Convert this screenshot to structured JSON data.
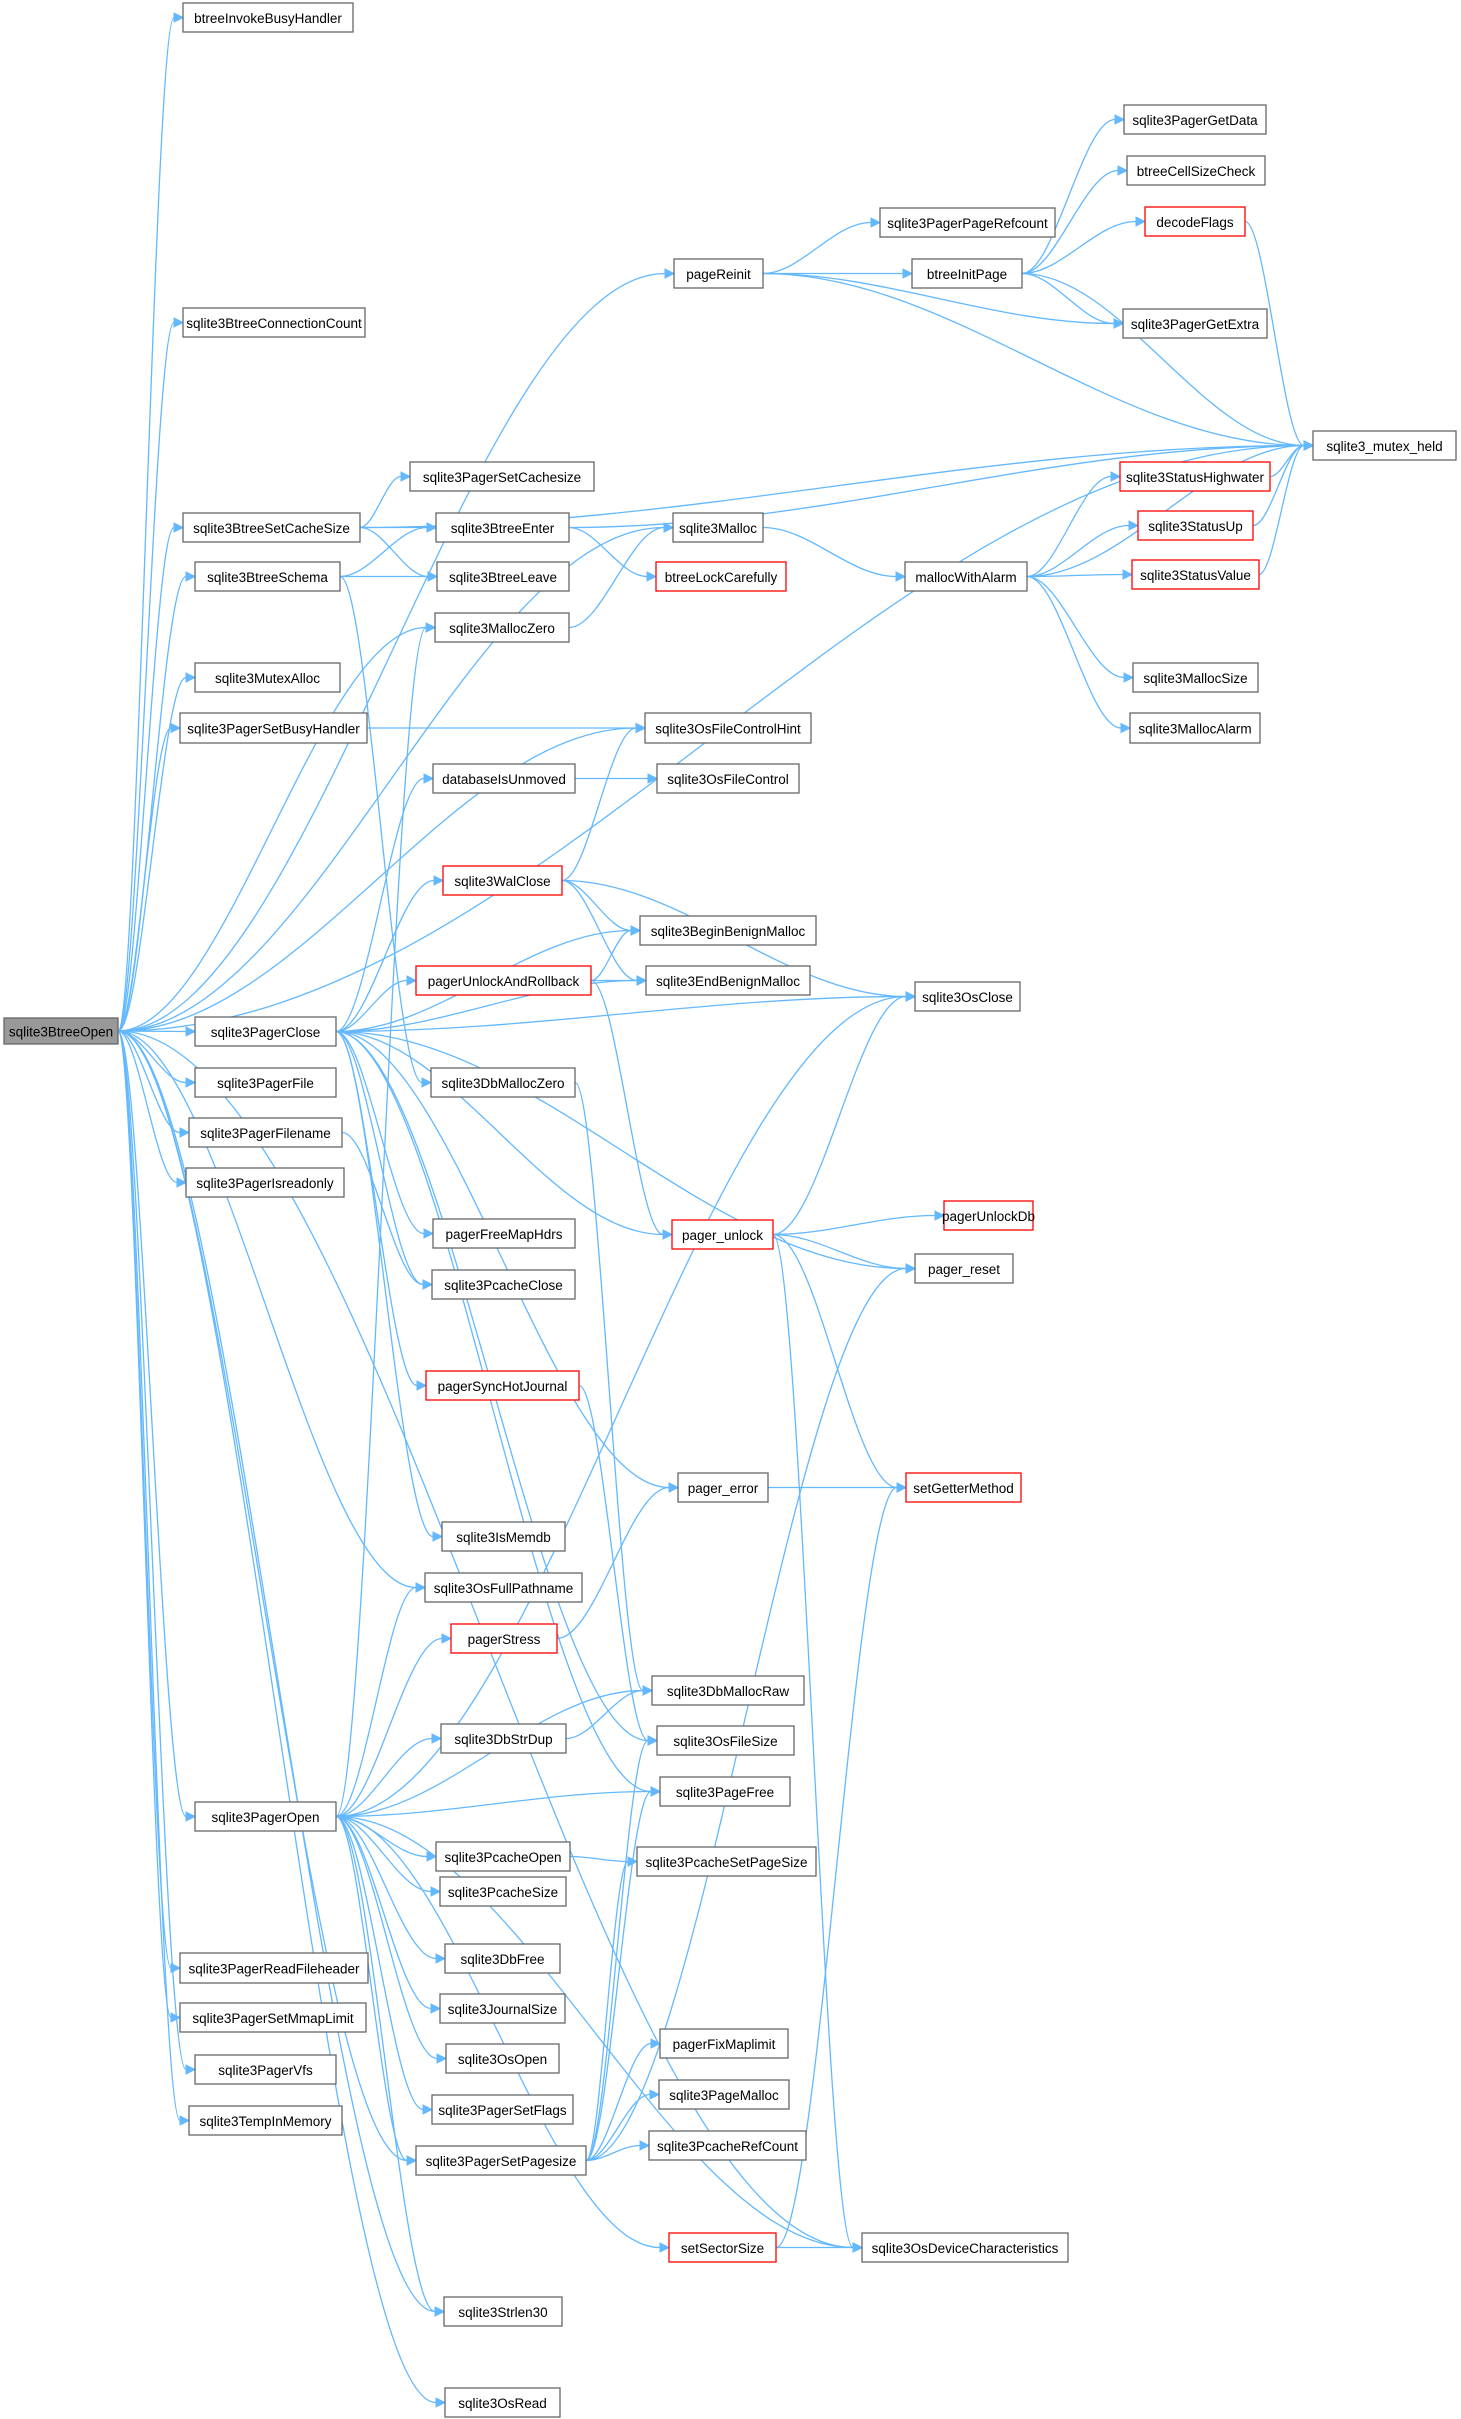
{
  "diagram": {
    "colors": {
      "edge": "#63b8ff",
      "node_border": "#666666",
      "node_highlight_border": "#ff0000",
      "root_fill": "#999999",
      "node_fill": "#ffffff"
    },
    "nodes": [
      {
        "id": "sqlite3BtreeOpen",
        "label": "sqlite3BtreeOpen",
        "style": "root"
      },
      {
        "id": "btreeInvokeBusyHandler",
        "label": "btreeInvokeBusyHandler"
      },
      {
        "id": "sqlite3BtreeConnectionCount",
        "label": "sqlite3BtreeConnectionCount"
      },
      {
        "id": "sqlite3BtreeSetCacheSize",
        "label": "sqlite3BtreeSetCacheSize"
      },
      {
        "id": "sqlite3BtreeSchema",
        "label": "sqlite3BtreeSchema"
      },
      {
        "id": "sqlite3MutexAlloc",
        "label": "sqlite3MutexAlloc"
      },
      {
        "id": "sqlite3PagerSetBusyHandler",
        "label": "sqlite3PagerSetBusyHandler"
      },
      {
        "id": "sqlite3PagerClose",
        "label": "sqlite3PagerClose"
      },
      {
        "id": "sqlite3PagerFile",
        "label": "sqlite3PagerFile"
      },
      {
        "id": "sqlite3PagerFilename",
        "label": "sqlite3PagerFilename"
      },
      {
        "id": "sqlite3PagerIsreadonly",
        "label": "sqlite3PagerIsreadonly"
      },
      {
        "id": "sqlite3PagerOpen",
        "label": "sqlite3PagerOpen"
      },
      {
        "id": "sqlite3PagerReadFileheader",
        "label": "sqlite3PagerReadFileheader"
      },
      {
        "id": "sqlite3PagerSetMmapLimit",
        "label": "sqlite3PagerSetMmapLimit"
      },
      {
        "id": "sqlite3PagerVfs",
        "label": "sqlite3PagerVfs"
      },
      {
        "id": "sqlite3TempInMemory",
        "label": "sqlite3TempInMemory"
      },
      {
        "id": "sqlite3PagerSetCachesize",
        "label": "sqlite3PagerSetCachesize"
      },
      {
        "id": "sqlite3BtreeEnter",
        "label": "sqlite3BtreeEnter"
      },
      {
        "id": "sqlite3BtreeLeave",
        "label": "sqlite3BtreeLeave"
      },
      {
        "id": "sqlite3MallocZero",
        "label": "sqlite3MallocZero"
      },
      {
        "id": "databaseIsUnmoved",
        "label": "databaseIsUnmoved"
      },
      {
        "id": "sqlite3WalClose",
        "label": "sqlite3WalClose",
        "style": "red"
      },
      {
        "id": "pagerUnlockAndRollback",
        "label": "pagerUnlockAndRollback",
        "style": "red"
      },
      {
        "id": "sqlite3DbMallocZero",
        "label": "sqlite3DbMallocZero"
      },
      {
        "id": "pagerFreeMapHdrs",
        "label": "pagerFreeMapHdrs"
      },
      {
        "id": "sqlite3PcacheClose",
        "label": "sqlite3PcacheClose"
      },
      {
        "id": "pagerSyncHotJournal",
        "label": "pagerSyncHotJournal",
        "style": "red"
      },
      {
        "id": "sqlite3IsMemdb",
        "label": "sqlite3IsMemdb"
      },
      {
        "id": "sqlite3OsFullPathname",
        "label": "sqlite3OsFullPathname"
      },
      {
        "id": "pagerStress",
        "label": "pagerStress",
        "style": "red"
      },
      {
        "id": "sqlite3DbStrDup",
        "label": "sqlite3DbStrDup"
      },
      {
        "id": "sqlite3PcacheOpen",
        "label": "sqlite3PcacheOpen"
      },
      {
        "id": "sqlite3PcacheSize",
        "label": "sqlite3PcacheSize"
      },
      {
        "id": "sqlite3DbFree",
        "label": "sqlite3DbFree"
      },
      {
        "id": "sqlite3JournalSize",
        "label": "sqlite3JournalSize"
      },
      {
        "id": "sqlite3OsOpen",
        "label": "sqlite3OsOpen"
      },
      {
        "id": "sqlite3PagerSetFlags",
        "label": "sqlite3PagerSetFlags"
      },
      {
        "id": "sqlite3PagerSetPagesize",
        "label": "sqlite3PagerSetPagesize"
      },
      {
        "id": "sqlite3Strlen30",
        "label": "sqlite3Strlen30"
      },
      {
        "id": "sqlite3OsRead",
        "label": "sqlite3OsRead"
      },
      {
        "id": "pageReinit",
        "label": "pageReinit"
      },
      {
        "id": "sqlite3Malloc",
        "label": "sqlite3Malloc"
      },
      {
        "id": "btreeLockCarefully",
        "label": "btreeLockCarefully",
        "style": "red"
      },
      {
        "id": "sqlite3OsFileControlHint",
        "label": "sqlite3OsFileControlHint"
      },
      {
        "id": "sqlite3OsFileControl",
        "label": "sqlite3OsFileControl"
      },
      {
        "id": "sqlite3BeginBenignMalloc",
        "label": "sqlite3BeginBenignMalloc"
      },
      {
        "id": "sqlite3EndBenignMalloc",
        "label": "sqlite3EndBenignMalloc"
      },
      {
        "id": "pager_unlock",
        "label": "pager_unlock",
        "style": "red"
      },
      {
        "id": "pager_error",
        "label": "pager_error"
      },
      {
        "id": "sqlite3DbMallocRaw",
        "label": "sqlite3DbMallocRaw"
      },
      {
        "id": "sqlite3OsFileSize",
        "label": "sqlite3OsFileSize"
      },
      {
        "id": "sqlite3PageFree",
        "label": "sqlite3PageFree"
      },
      {
        "id": "sqlite3PcacheSetPageSize",
        "label": "sqlite3PcacheSetPageSize"
      },
      {
        "id": "pagerFixMaplimit",
        "label": "pagerFixMaplimit"
      },
      {
        "id": "sqlite3PageMalloc",
        "label": "sqlite3PageMalloc"
      },
      {
        "id": "sqlite3PcacheRefCount",
        "label": "sqlite3PcacheRefCount"
      },
      {
        "id": "setSectorSize",
        "label": "setSectorSize",
        "style": "red"
      },
      {
        "id": "sqlite3PagerPageRefcount",
        "label": "sqlite3PagerPageRefcount"
      },
      {
        "id": "btreeInitPage",
        "label": "btreeInitPage"
      },
      {
        "id": "mallocWithAlarm",
        "label": "mallocWithAlarm"
      },
      {
        "id": "sqlite3OsClose",
        "label": "sqlite3OsClose"
      },
      {
        "id": "pagerUnlockDb",
        "label": "pagerUnlockDb",
        "style": "red"
      },
      {
        "id": "pager_reset",
        "label": "pager_reset"
      },
      {
        "id": "setGetterMethod",
        "label": "setGetterMethod",
        "style": "red"
      },
      {
        "id": "sqlite3OsDeviceCharacteristics",
        "label": "sqlite3OsDeviceCharacteristics"
      },
      {
        "id": "sqlite3PagerGetData",
        "label": "sqlite3PagerGetData"
      },
      {
        "id": "btreeCellSizeCheck",
        "label": "btreeCellSizeCheck"
      },
      {
        "id": "decodeFlags",
        "label": "decodeFlags",
        "style": "red"
      },
      {
        "id": "sqlite3PagerGetExtra",
        "label": "sqlite3PagerGetExtra"
      },
      {
        "id": "sqlite3StatusHighwater",
        "label": "sqlite3StatusHighwater",
        "style": "red"
      },
      {
        "id": "sqlite3StatusUp",
        "label": "sqlite3StatusUp",
        "style": "red"
      },
      {
        "id": "sqlite3StatusValue",
        "label": "sqlite3StatusValue",
        "style": "red"
      },
      {
        "id": "sqlite3MallocSize",
        "label": "sqlite3MallocSize"
      },
      {
        "id": "sqlite3MallocAlarm",
        "label": "sqlite3MallocAlarm"
      },
      {
        "id": "sqlite3_mutex_held",
        "label": "sqlite3_mutex_held"
      }
    ],
    "edges": [
      [
        "sqlite3BtreeOpen",
        "btreeInvokeBusyHandler"
      ],
      [
        "sqlite3BtreeOpen",
        "sqlite3_mutex_held"
      ],
      [
        "sqlite3BtreeOpen",
        "pageReinit"
      ],
      [
        "sqlite3BtreeOpen",
        "sqlite3BtreeConnectionCount"
      ],
      [
        "sqlite3BtreeOpen",
        "sqlite3Malloc"
      ],
      [
        "sqlite3BtreeOpen",
        "sqlite3BtreeSetCacheSize"
      ],
      [
        "sqlite3BtreeOpen",
        "sqlite3BtreeSchema"
      ],
      [
        "sqlite3BtreeOpen",
        "sqlite3MallocZero"
      ],
      [
        "sqlite3BtreeOpen",
        "sqlite3MutexAlloc"
      ],
      [
        "sqlite3BtreeOpen",
        "sqlite3PagerSetBusyHandler"
      ],
      [
        "sqlite3BtreeOpen",
        "sqlite3OsFileControlHint"
      ],
      [
        "sqlite3BtreeOpen",
        "sqlite3PagerClose"
      ],
      [
        "sqlite3BtreeOpen",
        "sqlite3PagerFile"
      ],
      [
        "sqlite3BtreeOpen",
        "sqlite3PagerFilename"
      ],
      [
        "sqlite3BtreeOpen",
        "sqlite3PagerIsreadonly"
      ],
      [
        "sqlite3BtreeOpen",
        "sqlite3OsFullPathname"
      ],
      [
        "sqlite3BtreeOpen",
        "sqlite3PagerOpen"
      ],
      [
        "sqlite3BtreeOpen",
        "sqlite3PagerReadFileheader"
      ],
      [
        "sqlite3BtreeOpen",
        "sqlite3PagerSetMmapLimit"
      ],
      [
        "sqlite3BtreeOpen",
        "sqlite3PagerVfs"
      ],
      [
        "sqlite3BtreeOpen",
        "sqlite3TempInMemory"
      ],
      [
        "sqlite3BtreeOpen",
        "sqlite3PagerSetPagesize"
      ],
      [
        "sqlite3BtreeOpen",
        "sqlite3Strlen30"
      ],
      [
        "sqlite3BtreeOpen",
        "sqlite3OsRead"
      ],
      [
        "sqlite3BtreeOpen",
        "sqlite3OsDeviceCharacteristics"
      ],
      [
        "pageReinit",
        "sqlite3PagerPageRefcount"
      ],
      [
        "pageReinit",
        "btreeInitPage"
      ],
      [
        "pageReinit",
        "sqlite3PagerGetExtra"
      ],
      [
        "pageReinit",
        "sqlite3_mutex_held"
      ],
      [
        "btreeInitPage",
        "sqlite3PagerGetData"
      ],
      [
        "btreeInitPage",
        "btreeCellSizeCheck"
      ],
      [
        "btreeInitPage",
        "decodeFlags"
      ],
      [
        "btreeInitPage",
        "sqlite3PagerGetExtra"
      ],
      [
        "btreeInitPage",
        "sqlite3_mutex_held"
      ],
      [
        "decodeFlags",
        "sqlite3_mutex_held"
      ],
      [
        "sqlite3BtreeSetCacheSize",
        "sqlite3PagerSetCachesize"
      ],
      [
        "sqlite3BtreeSetCacheSize",
        "sqlite3BtreeEnter"
      ],
      [
        "sqlite3BtreeSetCacheSize",
        "sqlite3BtreeLeave"
      ],
      [
        "sqlite3BtreeSetCacheSize",
        "sqlite3_mutex_held"
      ],
      [
        "sqlite3BtreeSchema",
        "sqlite3BtreeEnter"
      ],
      [
        "sqlite3BtreeSchema",
        "sqlite3BtreeLeave"
      ],
      [
        "sqlite3BtreeSchema",
        "sqlite3DbMallocZero"
      ],
      [
        "sqlite3BtreeEnter",
        "btreeLockCarefully"
      ],
      [
        "sqlite3BtreeEnter",
        "sqlite3_mutex_held"
      ],
      [
        "sqlite3MallocZero",
        "sqlite3Malloc"
      ],
      [
        "sqlite3Malloc",
        "mallocWithAlarm"
      ],
      [
        "mallocWithAlarm",
        "sqlite3StatusHighwater"
      ],
      [
        "mallocWithAlarm",
        "sqlite3StatusUp"
      ],
      [
        "mallocWithAlarm",
        "sqlite3StatusValue"
      ],
      [
        "mallocWithAlarm",
        "sqlite3_mutex_held"
      ],
      [
        "mallocWithAlarm",
        "sqlite3MallocSize"
      ],
      [
        "mallocWithAlarm",
        "sqlite3MallocAlarm"
      ],
      [
        "sqlite3StatusHighwater",
        "sqlite3_mutex_held"
      ],
      [
        "sqlite3StatusUp",
        "sqlite3_mutex_held"
      ],
      [
        "sqlite3StatusValue",
        "sqlite3_mutex_held"
      ],
      [
        "sqlite3PagerSetBusyHandler",
        "sqlite3OsFileControlHint"
      ],
      [
        "databaseIsUnmoved",
        "sqlite3OsFileControl"
      ],
      [
        "sqlite3PagerClose",
        "databaseIsUnmoved"
      ],
      [
        "sqlite3PagerClose",
        "sqlite3WalClose"
      ],
      [
        "sqlite3PagerClose",
        "sqlite3BeginBenignMalloc"
      ],
      [
        "sqlite3PagerClose",
        "pagerUnlockAndRollback"
      ],
      [
        "sqlite3PagerClose",
        "sqlite3EndBenignMalloc"
      ],
      [
        "sqlite3PagerClose",
        "sqlite3OsClose"
      ],
      [
        "sqlite3PagerClose",
        "pagerFreeMapHdrs"
      ],
      [
        "sqlite3PagerClose",
        "pager_unlock"
      ],
      [
        "sqlite3PagerClose",
        "pager_reset"
      ],
      [
        "sqlite3PagerClose",
        "sqlite3PcacheClose"
      ],
      [
        "sqlite3PagerClose",
        "pagerSyncHotJournal"
      ],
      [
        "sqlite3PagerClose",
        "pager_error"
      ],
      [
        "sqlite3PagerClose",
        "sqlite3IsMemdb"
      ],
      [
        "sqlite3PagerClose",
        "sqlite3PageFree"
      ],
      [
        "sqlite3PagerClose",
        "sqlite3OsFileSize"
      ],
      [
        "sqlite3WalClose",
        "sqlite3OsFileControlHint"
      ],
      [
        "sqlite3WalClose",
        "sqlite3BeginBenignMalloc"
      ],
      [
        "sqlite3WalClose",
        "sqlite3EndBenignMalloc"
      ],
      [
        "sqlite3WalClose",
        "sqlite3OsClose"
      ],
      [
        "pagerUnlockAndRollback",
        "sqlite3BeginBenignMalloc"
      ],
      [
        "pagerUnlockAndRollback",
        "sqlite3EndBenignMalloc"
      ],
      [
        "pagerUnlockAndRollback",
        "pager_unlock"
      ],
      [
        "pager_unlock",
        "sqlite3OsClose"
      ],
      [
        "pager_unlock",
        "pagerUnlockDb"
      ],
      [
        "pager_unlock",
        "pager_reset"
      ],
      [
        "pager_unlock",
        "setGetterMethod"
      ],
      [
        "pager_unlock",
        "sqlite3OsDeviceCharacteristics"
      ],
      [
        "pager_error",
        "setGetterMethod"
      ],
      [
        "sqlite3PagerFilename",
        "sqlite3PcacheClose"
      ],
      [
        "sqlite3DbMallocZero",
        "sqlite3DbMallocRaw"
      ],
      [
        "pagerStress",
        "pager_error"
      ],
      [
        "pagerSyncHotJournal",
        "sqlite3OsFileSize"
      ],
      [
        "sqlite3DbStrDup",
        "sqlite3DbMallocRaw"
      ],
      [
        "sqlite3PcacheOpen",
        "sqlite3PcacheSetPageSize"
      ],
      [
        "sqlite3PagerOpen",
        "sqlite3MallocZero"
      ],
      [
        "sqlite3PagerOpen",
        "sqlite3OsClose"
      ],
      [
        "sqlite3PagerOpen",
        "sqlite3OsFullPathname"
      ],
      [
        "sqlite3PagerOpen",
        "pagerStress"
      ],
      [
        "sqlite3PagerOpen",
        "sqlite3DbMallocRaw"
      ],
      [
        "sqlite3PagerOpen",
        "sqlite3DbStrDup"
      ],
      [
        "sqlite3PagerOpen",
        "sqlite3PageFree"
      ],
      [
        "sqlite3PagerOpen",
        "sqlite3PcacheOpen"
      ],
      [
        "sqlite3PagerOpen",
        "sqlite3PcacheSize"
      ],
      [
        "sqlite3PagerOpen",
        "sqlite3DbFree"
      ],
      [
        "sqlite3PagerOpen",
        "sqlite3JournalSize"
      ],
      [
        "sqlite3PagerOpen",
        "sqlite3OsOpen"
      ],
      [
        "sqlite3PagerOpen",
        "sqlite3PagerSetFlags"
      ],
      [
        "sqlite3PagerOpen",
        "sqlite3PagerSetPagesize"
      ],
      [
        "sqlite3PagerOpen",
        "setSectorSize"
      ],
      [
        "sqlite3PagerOpen",
        "sqlite3Strlen30"
      ],
      [
        "sqlite3PagerOpen",
        "sqlite3OsDeviceCharacteristics"
      ],
      [
        "sqlite3PagerSetPagesize",
        "sqlite3OsFileSize"
      ],
      [
        "sqlite3PagerSetPagesize",
        "sqlite3PageFree"
      ],
      [
        "sqlite3PagerSetPagesize",
        "sqlite3PcacheSetPageSize"
      ],
      [
        "sqlite3PagerSetPagesize",
        "pagerFixMaplimit"
      ],
      [
        "sqlite3PagerSetPagesize",
        "sqlite3PageMalloc"
      ],
      [
        "sqlite3PagerSetPagesize",
        "sqlite3PcacheRefCount"
      ],
      [
        "sqlite3PagerSetPagesize",
        "pager_reset"
      ],
      [
        "setSectorSize",
        "sqlite3OsDeviceCharacteristics"
      ],
      [
        "setSectorSize",
        "setGetterMethod"
      ]
    ]
  }
}
